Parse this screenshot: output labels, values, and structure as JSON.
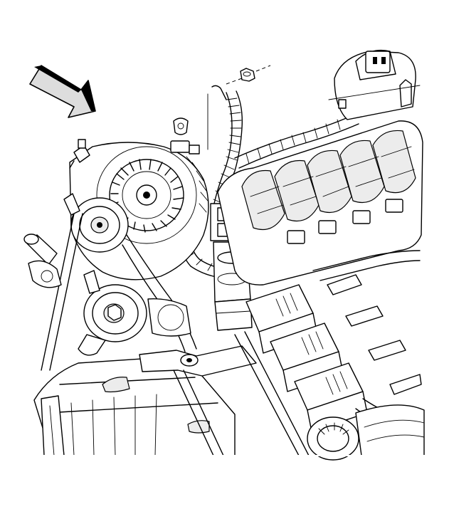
{
  "diagram": {
    "kind": "engine-service-illustration",
    "colors": {
      "ink": "#000000",
      "paper": "#ffffff",
      "shade": "#ececec",
      "arrow_fill": "#dddddd"
    },
    "parts": [
      "view-arrow",
      "fastener-nut",
      "wiring-harness",
      "generator",
      "drive-belt",
      "idler-pulley",
      "intake-manifold",
      "ignition-coils",
      "throttle-body",
      "air-cleaner",
      "wiring-bracket"
    ]
  }
}
